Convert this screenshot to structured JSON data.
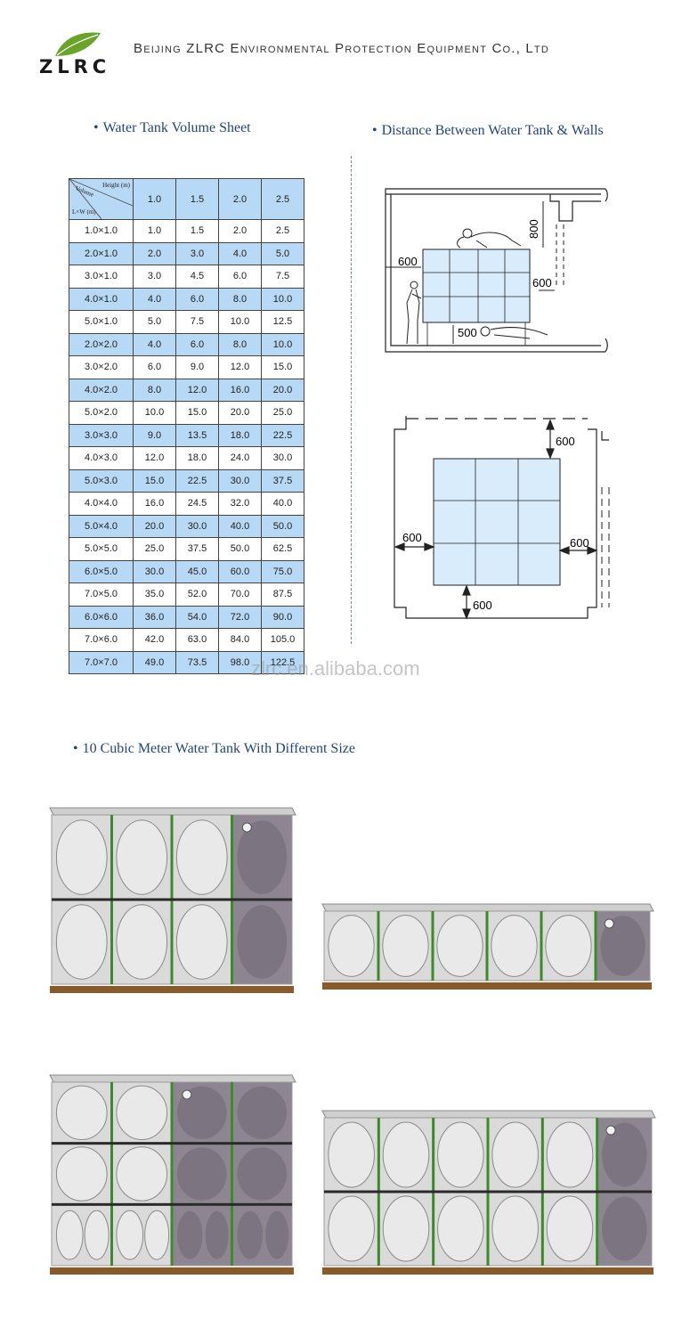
{
  "header": {
    "logo_text": "ZLRC",
    "company_name": "Beijing ZLRC Environmental Protection Equipment Co., Ltd",
    "logo_leaf_color": "#6aa329"
  },
  "sections": {
    "volume_title": "Water Tank Volume Sheet",
    "distance_title": "Distance Between Water Tank & Walls",
    "sizes_title": "10 Cubic Meter Water Tank With Different Size"
  },
  "volume_table": {
    "corner_height": "Height (m)",
    "corner_volume": "Volume",
    "corner_lw": "L×W (m)",
    "heights": [
      "1.0",
      "1.5",
      "2.0",
      "2.5"
    ],
    "rows": [
      {
        "size": "1.0×1.0",
        "values": [
          "1.0",
          "1.5",
          "2.0",
          "2.5"
        ],
        "highlight": false
      },
      {
        "size": "2.0×1.0",
        "values": [
          "2.0",
          "3.0",
          "4.0",
          "5.0"
        ],
        "highlight": true
      },
      {
        "size": "3.0×1.0",
        "values": [
          "3.0",
          "4.5",
          "6.0",
          "7.5"
        ],
        "highlight": false
      },
      {
        "size": "4.0×1.0",
        "values": [
          "4.0",
          "6.0",
          "8.0",
          "10.0"
        ],
        "highlight": true
      },
      {
        "size": "5.0×1.0",
        "values": [
          "5.0",
          "7.5",
          "10.0",
          "12.5"
        ],
        "highlight": false
      },
      {
        "size": "2.0×2.0",
        "values": [
          "4.0",
          "6.0",
          "8.0",
          "10.0"
        ],
        "highlight": true
      },
      {
        "size": "3.0×2.0",
        "values": [
          "6.0",
          "9.0",
          "12.0",
          "15.0"
        ],
        "highlight": false
      },
      {
        "size": "4.0×2.0",
        "values": [
          "8.0",
          "12.0",
          "16.0",
          "20.0"
        ],
        "highlight": true
      },
      {
        "size": "5.0×2.0",
        "values": [
          "10.0",
          "15.0",
          "20.0",
          "25.0"
        ],
        "highlight": false
      },
      {
        "size": "3.0×3.0",
        "values": [
          "9.0",
          "13.5",
          "18.0",
          "22.5"
        ],
        "highlight": true
      },
      {
        "size": "4.0×3.0",
        "values": [
          "12.0",
          "18.0",
          "24.0",
          "30.0"
        ],
        "highlight": false
      },
      {
        "size": "5.0×3.0",
        "values": [
          "15.0",
          "22.5",
          "30.0",
          "37.5"
        ],
        "highlight": true
      },
      {
        "size": "4.0×4.0",
        "values": [
          "16.0",
          "24.5",
          "32.0",
          "40.0"
        ],
        "highlight": false
      },
      {
        "size": "5.0×4.0",
        "values": [
          "20.0",
          "30.0",
          "40.0",
          "50.0"
        ],
        "highlight": true
      },
      {
        "size": "5.0×5.0",
        "values": [
          "25.0",
          "37.5",
          "50.0",
          "62.5"
        ],
        "highlight": false
      },
      {
        "size": "6.0×5.0",
        "values": [
          "30.0",
          "45.0",
          "60.0",
          "75.0"
        ],
        "highlight": true
      },
      {
        "size": "7.0×5.0",
        "values": [
          "35.0",
          "52.0",
          "70.0",
          "87.5"
        ],
        "highlight": false
      },
      {
        "size": "6.0×6.0",
        "values": [
          "36.0",
          "54.0",
          "72.0",
          "90.0"
        ],
        "highlight": true
      },
      {
        "size": "7.0×6.0",
        "values": [
          "42.0",
          "63.0",
          "84.0",
          "105.0"
        ],
        "highlight": false
      },
      {
        "size": "7.0×7.0",
        "values": [
          "49.0",
          "73.5",
          "98.0",
          "122.5"
        ],
        "highlight": true
      }
    ]
  },
  "side_view": {
    "dim_top": "800",
    "dim_left": "600",
    "dim_right": "600",
    "dim_bottom": "500"
  },
  "top_view": {
    "dim_top": "600",
    "dim_left": "600",
    "dim_right": "600",
    "dim_bottom": "600"
  },
  "watermark": "zlrc.en.alibaba.com",
  "colors": {
    "table_highlight": "#b7d9f5",
    "title_blue": "#23457a",
    "panel_fill": "#d8ecfb",
    "seal_green": "#3d8a2a",
    "base_brown": "#8a5a2b"
  }
}
